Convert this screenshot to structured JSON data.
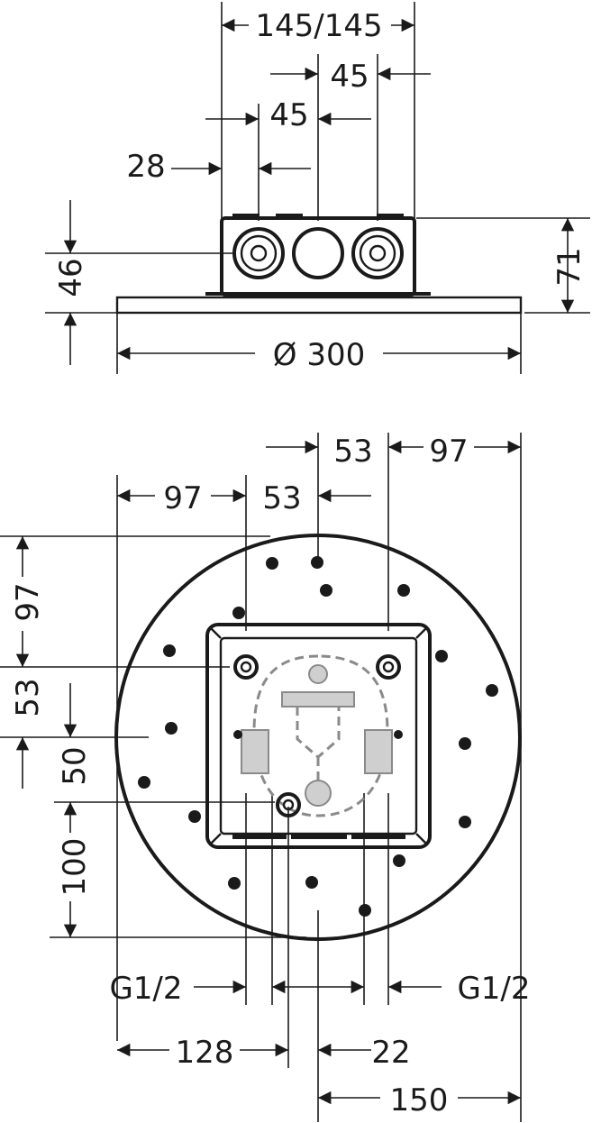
{
  "side_view": {
    "dims": {
      "spacing_total": "145/145",
      "spacing_right": "45",
      "spacing_left": "45",
      "offset_left": "28",
      "height_inlet": "46",
      "height_total": "71",
      "diameter": "Ø 300"
    }
  },
  "plan_view": {
    "dims": {
      "top_right_53": "53",
      "top_right_97": "97",
      "top_left_97": "97",
      "top_left_53": "53",
      "left_97": "97",
      "left_53": "53",
      "left_50": "50",
      "left_100": "100",
      "thread_left": "G1/2",
      "thread_right": "G1/2",
      "bottom_128": "128",
      "bottom_22": "22",
      "bottom_150": "150"
    }
  }
}
